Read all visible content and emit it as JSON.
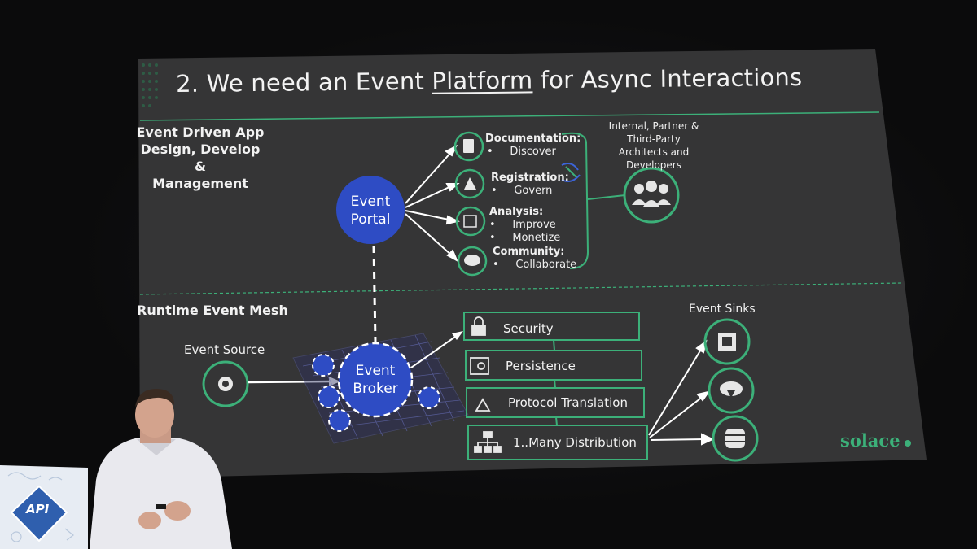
{
  "slide": {
    "title_prefix": "2. We need an Event ",
    "title_underlined": "Platform",
    "title_suffix": " for Async Interactions",
    "section_top": [
      "Event Driven App",
      "Design, Develop",
      "&",
      "Management"
    ],
    "section_bottom": "Runtime Event Mesh",
    "portal_label": [
      "Event",
      "Portal"
    ],
    "broker_label": [
      "Event",
      "Broker"
    ],
    "portal_features": [
      {
        "heading": "Documentation:",
        "items": [
          "Discover"
        ],
        "icon": "document-icon"
      },
      {
        "heading": "Registration:",
        "items": [
          "Govern"
        ],
        "icon": "registration-icon"
      },
      {
        "heading": "Analysis:",
        "items": [
          "Improve",
          "Monetize"
        ],
        "icon": "chart-icon"
      },
      {
        "heading": "Community:",
        "items": [
          "Collaborate"
        ],
        "icon": "chat-icon"
      }
    ],
    "audience": [
      "Internal, Partner &",
      "Third-Party",
      "Architects and",
      "Developers"
    ],
    "event_source": "Event Source",
    "event_sinks": "Event Sinks",
    "broker_capabilities": [
      {
        "label": "Security",
        "icon": "lock-icon"
      },
      {
        "label": "Persistence",
        "icon": "safe-icon"
      },
      {
        "label": "Protocol Translation",
        "icon": "recycle-icon"
      },
      {
        "label": "1..Many Distribution",
        "icon": "hierarchy-icon"
      }
    ],
    "brand": "solace"
  },
  "colors": {
    "slide_bg": "#353536",
    "accent_green": "#3cb079",
    "node_blue": "#2e4cc4",
    "text": "#f0f0f0"
  },
  "event": {
    "sign_text": "API"
  }
}
